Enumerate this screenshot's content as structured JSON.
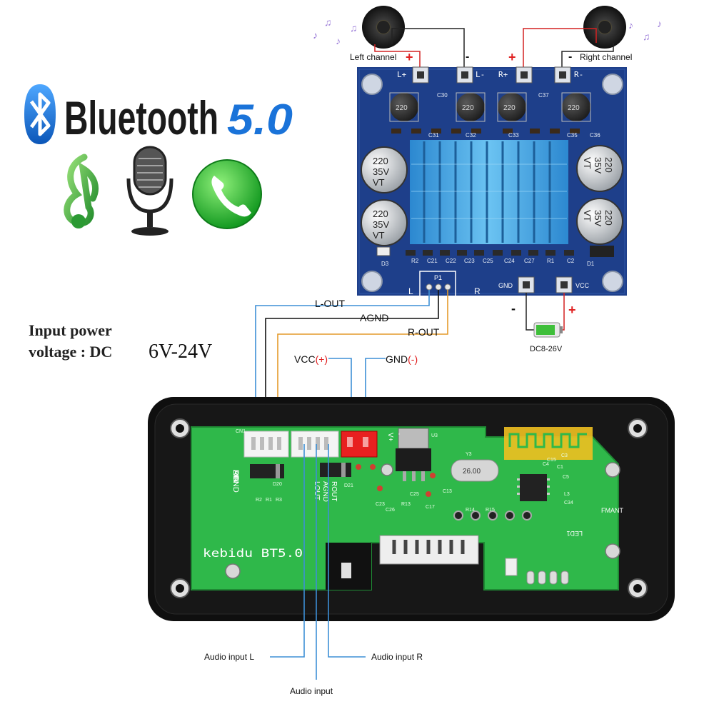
{
  "brand": {
    "bluetooth_word": "Bluetooth",
    "version": "5.0"
  },
  "icons": [
    "bluetooth-icon",
    "music-note-icon",
    "microphone-icon",
    "phone-icon",
    "speaker-icon"
  ],
  "power": {
    "line1": "Input power",
    "line2": "voltage : DC",
    "range": "6V-24V"
  },
  "amp": {
    "left_channel": "Left channel",
    "right_channel": "Right channel",
    "plus": "+",
    "minus": "-",
    "term_lp": "L+",
    "term_lm": "L-",
    "term_rp": "R+",
    "term_rm": "R-",
    "gnd": "GND",
    "vcc": "VCC",
    "battery_label": "DC8-26V",
    "cap_small": "220",
    "cap_big_1": "220",
    "cap_big_2": "35V",
    "cap_big_3": "VT",
    "p1": "P1",
    "l": "L",
    "r": "R",
    "parts": [
      "R2",
      "C21",
      "C22",
      "C23",
      "C25",
      "C24",
      "C27",
      "R1",
      "C2",
      "D3",
      "D1",
      "C30",
      "C37",
      "C31",
      "C32",
      "C33",
      "C35",
      "C36"
    ]
  },
  "wires": {
    "l_out": "L-OUT",
    "agnd": "AGND",
    "r_out": "R-OUT",
    "vcc": "VCC",
    "vcc_sign": "(+)",
    "gnd": "GND",
    "gnd_sign": "(-)"
  },
  "decoder": {
    "brand": "kebidu BT5.0",
    "rin": "RIN",
    "agnd": "AGND",
    "lin": "LIN",
    "rout": "ROUT",
    "aout": "AGND",
    "lout": "LOUT",
    "fmant": "FMANT",
    "crystal": "26.00",
    "led1": "LED1",
    "vplus": "V+",
    "minus": "-",
    "parts": [
      "CN1",
      "D20",
      "D21",
      "U3",
      "Y3",
      "R2",
      "R1",
      "R3",
      "C23",
      "C26",
      "R13",
      "C17",
      "C25",
      "C13",
      "C5",
      "C4",
      "C3",
      "L3",
      "C34",
      "C15",
      "C1",
      "R14",
      "R15"
    ]
  },
  "audio": {
    "input_l": "Audio input L",
    "input": "Audio input",
    "input_r": "Audio input R"
  },
  "colors": {
    "pcb_blue": "#1e3f8a",
    "pcb_green": "#2fb84a",
    "case": "#111111",
    "heatsink": "#3a9ee0",
    "wire_blue": "#3d8fd6",
    "wire_orange": "#e49a2a",
    "wire_red": "#d42121",
    "bt_blue": "#1a73d9",
    "power_red": "#e02020"
  }
}
